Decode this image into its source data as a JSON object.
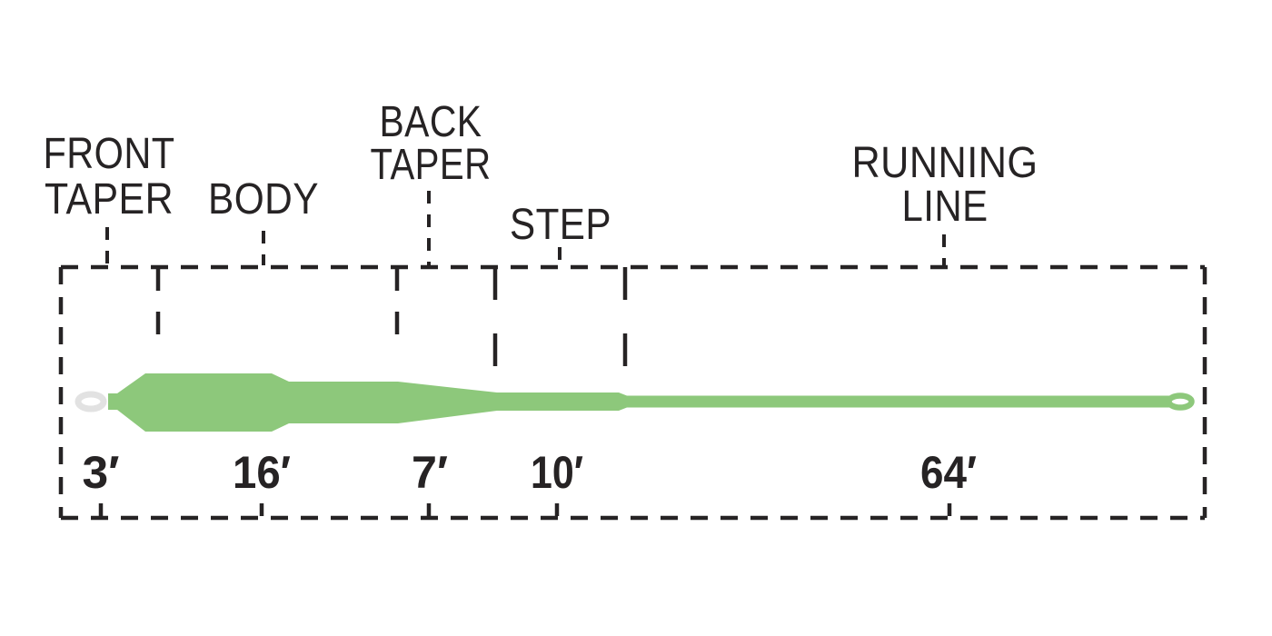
{
  "sections": [
    {
      "id": "front-taper",
      "label_lines": [
        "FRONT",
        "TAPER"
      ],
      "length": "3′"
    },
    {
      "id": "body",
      "label_lines": [
        "BODY"
      ],
      "length": "16′"
    },
    {
      "id": "back-taper",
      "label_lines": [
        "BACK",
        "TAPER"
      ],
      "length": "7′"
    },
    {
      "id": "step",
      "label_lines": [
        "STEP"
      ],
      "length": "10′"
    },
    {
      "id": "running-line",
      "label_lines": [
        "RUNNING",
        "LINE"
      ],
      "length": "64′"
    }
  ],
  "colors": {
    "line_green": "#8dc87b",
    "loop_gray": "#e2e2e2",
    "ink": "#262324",
    "background": "#ffffff"
  }
}
